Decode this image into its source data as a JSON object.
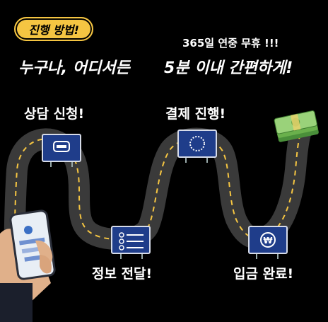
{
  "badge": "진행 방법!",
  "subtext": "365일 연중 무휴 !!!",
  "headline_left": "누구나, 어디서든",
  "headline_right": "5분 이내 간편하게!",
  "steps": [
    {
      "label": "상담 신청!",
      "icon": "chat-icon"
    },
    {
      "label": "결제 진행!",
      "icon": "card-icon"
    },
    {
      "label": "정보 전달!",
      "icon": "document-icon"
    },
    {
      "label": "입금 완료!",
      "icon": "won-coin-icon"
    }
  ],
  "colors": {
    "badge": "#f5c542",
    "road": "#3a3a3a",
    "road_line": "#f5c542",
    "sign": "#1f3d8a"
  }
}
